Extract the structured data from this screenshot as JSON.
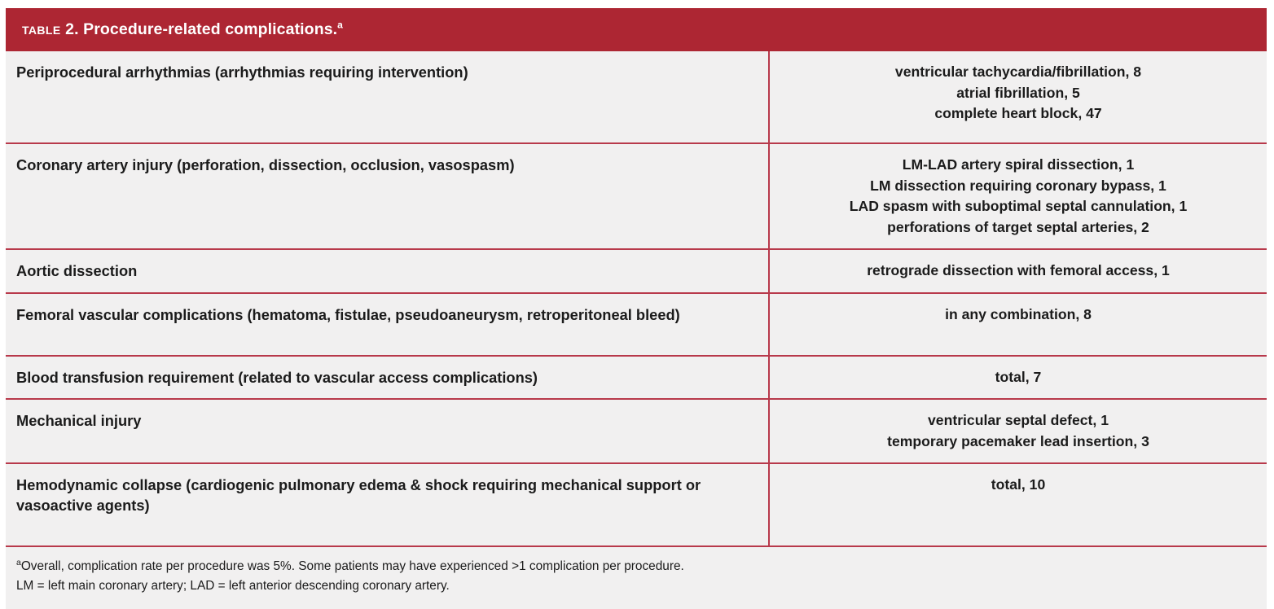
{
  "header": {
    "label_smallcaps": "Table",
    "number_and_title": " 2. Procedure-related complications.",
    "footnote_marker": "a",
    "accent_color": "#ad2633",
    "rule_color": "#b8394b",
    "body_background": "#f1f0f0"
  },
  "rows": [
    {
      "complication": "Periprocedural arrhythmias (arrhythmias requiring intervention)",
      "details": [
        "ventricular tachycardia/fibrillation, 8",
        "atrial fibrillation, 5",
        "complete heart block, 47"
      ]
    },
    {
      "complication": "Coronary artery injury (perforation, dissection, occlusion, vasospasm)",
      "details": [
        "LM-LAD artery spiral dissection, 1",
        "LM dissection requiring coronary bypass, 1",
        "LAD spasm with suboptimal septal cannulation, 1",
        "perforations of target septal arteries, 2"
      ]
    },
    {
      "complication": "Aortic dissection",
      "details": [
        "retrograde dissection with femoral access, 1"
      ]
    },
    {
      "complication": "Femoral vascular complications (hematoma, fistulae, pseudoaneurysm, retroperitoneal bleed)",
      "details": [
        "in any combination, 8"
      ]
    },
    {
      "complication": "Blood transfusion requirement (related to vascular access complications)",
      "details": [
        "total, 7"
      ]
    },
    {
      "complication": "Mechanical injury",
      "details": [
        "ventricular septal defect, 1",
        "temporary pacemaker lead insertion, 3"
      ]
    },
    {
      "complication": "Hemodynamic collapse (cardiogenic pulmonary edema & shock requiring mechanical support or vasoactive agents)",
      "details": [
        "total, 10"
      ]
    }
  ],
  "footnotes": [
    {
      "marker": "a",
      "text": "Overall, complication rate per procedure was 5%. Some patients may have experienced >1 complication per procedure."
    },
    {
      "marker": "",
      "text": "LM = left main coronary artery; LAD = left anterior descending coronary artery."
    }
  ]
}
